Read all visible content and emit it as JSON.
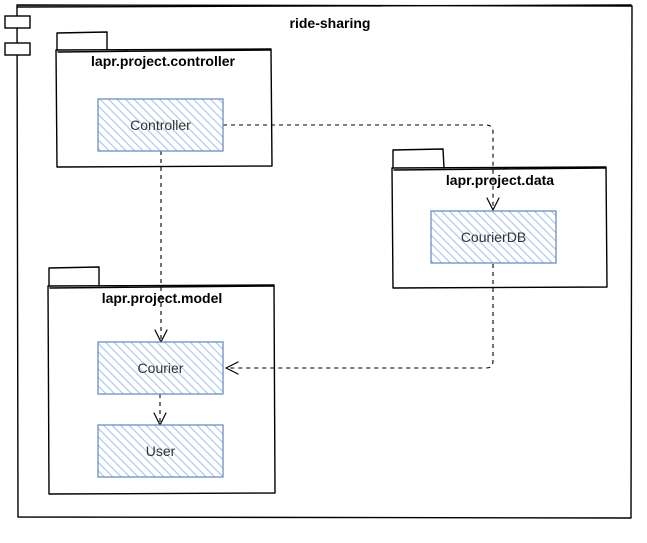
{
  "diagram": {
    "component": {
      "name": "ride-sharing"
    },
    "packages": {
      "controller": {
        "name": "lapr.project.controller",
        "classes": [
          "Controller"
        ]
      },
      "data": {
        "name": "lapr.project.data",
        "classes": [
          "CourierDB"
        ]
      },
      "model": {
        "name": "lapr.project.model",
        "classes": [
          "Courier",
          "User"
        ]
      }
    },
    "classes": {
      "controller": "Controller",
      "courierdb": "CourierDB",
      "courier": "Courier",
      "user": "User"
    },
    "dependencies": [
      {
        "from": "Controller",
        "to": "CourierDB",
        "style": "dashed"
      },
      {
        "from": "Controller",
        "to": "Courier",
        "style": "dashed"
      },
      {
        "from": "CourierDB",
        "to": "Courier",
        "style": "dashed"
      },
      {
        "from": "Courier",
        "to": "User",
        "style": "dashed"
      }
    ],
    "colors": {
      "class_stroke": "#6c8ebf",
      "class_fill": "#dae8fc",
      "outline": "#000000",
      "background": "#ffffff"
    }
  }
}
